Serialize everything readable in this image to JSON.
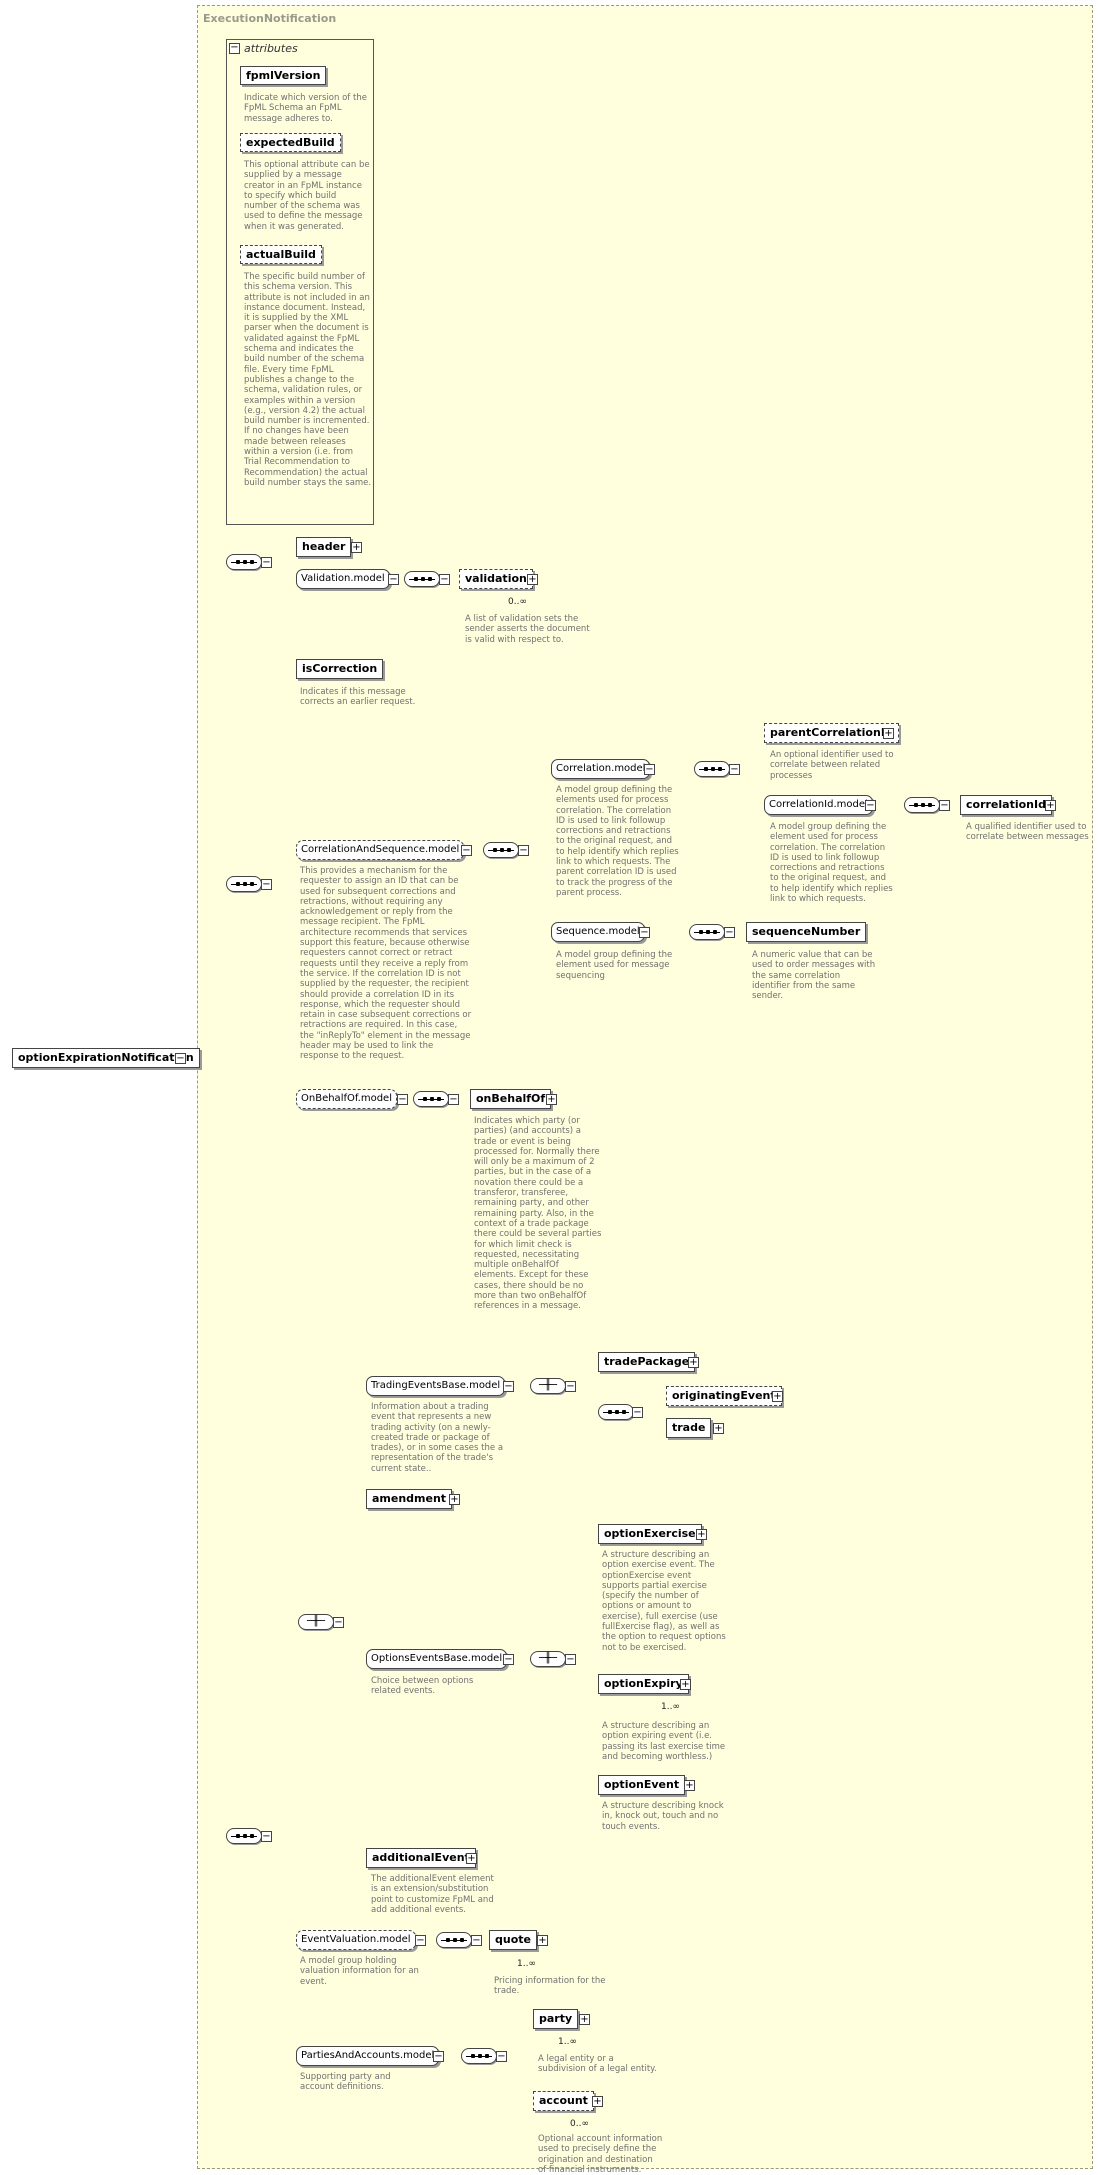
{
  "root": {
    "name": "optionExpirationNotification"
  },
  "container": {
    "name": "ExecutionNotification"
  },
  "attributes": {
    "label": "attributes",
    "items": [
      {
        "name": "fpmlVersion",
        "description": "Indicate which version of the FpML Schema an FpML message adheres to."
      },
      {
        "name": "expectedBuild",
        "description": "This optional attribute can be supplied by a message creator in an FpML instance to specify which build number of the schema was used to define the message when it was generated."
      },
      {
        "name": "actualBuild",
        "description": "The specific build number of this schema version. This attribute is not included in an instance document. Instead, it is supplied by the XML parser when the document is validated against the FpML schema and indicates the build number of the schema file. Every time FpML publishes a change to the schema, validation rules, or examples within a version (e.g., version 4.2) the actual build number is incremented. If no changes have been made between releases within a version (i.e. from Trial Recommendation to Recommendation) the actual build number stays the same."
      }
    ]
  },
  "nodes": {
    "header": "header",
    "validation_model": "Validation.model",
    "validation": {
      "name": "validation",
      "occurs": "0..∞",
      "description": "A list of validation sets the sender asserts the document is valid with respect to."
    },
    "isCorrection": {
      "name": "isCorrection",
      "description": "Indicates if this message corrects an earlier request."
    },
    "correlationAndSequence": {
      "name": "CorrelationAndSequence.model",
      "description": "This provides a mechanism for the requester to assign an ID that can be used for subsequent corrections and retractions, without requiring any acknowledgement or reply from the message recipient. The FpML architecture recommends that services support this feature, because otherwise requesters cannot correct or retract requests until they receive a reply from the service. If the correlation ID is not supplied by the requester, the recipient should provide a correlation ID in its response, which the requester should retain in case subsequent corrections or retractions are required. In this case, the \"inReplyTo\" element in the message header may be used to link the response to the request."
    },
    "correlationModel": {
      "name": "Correlation.model",
      "description": "A model group defining the elements used for process correlation. The correlation ID is used to link followup corrections and retractions to the original request, and to help identify which replies link to which requests. The parent correlation ID is used to track the progress of the parent process."
    },
    "parentCorrelationId": {
      "name": "parentCorrelationId",
      "description": "An optional identifier used to correlate between related processes"
    },
    "correlationIdModel": {
      "name": "CorrelationId.model",
      "description": "A model group defining the element used for process correlation. The correlation ID is used to link followup corrections and retractions to the original request, and to help identify which replies link to which requests."
    },
    "correlationId": {
      "name": "correlationId",
      "description": "A qualified identifier used to correlate between messages"
    },
    "sequenceModel": {
      "name": "Sequence.model",
      "description": "A model group defining the element used for message sequencing"
    },
    "sequenceNumber": {
      "name": "sequenceNumber",
      "description": "A numeric value that can be used to order messages with the same correlation identifier from the same sender."
    },
    "onBehalfOfModel": {
      "name": "OnBehalfOf.model"
    },
    "onBehalfOf": {
      "name": "onBehalfOf",
      "description": "Indicates which party (or parties) (and accounts) a trade or event is being processed for. Normally there will only be a maximum of 2 parties, but in the case of a novation there could be a transferor, transferee, remaining party, and other remaining party. Also, in the context of a trade package there could be several parties for which limit check is requested, necessitating multiple onBehalfOf elements. Except for these cases, there should be no more than two onBehalfOf references in a message."
    },
    "tradingEventsBase": {
      "name": "TradingEventsBase.model",
      "description": "Information about a trading event that represents a new trading activity (on a newly-created trade or package of trades), or in some cases the a representation of the trade's current state.."
    },
    "tradePackage": {
      "name": "tradePackage"
    },
    "originatingEvent": {
      "name": "originatingEvent"
    },
    "trade": {
      "name": "trade"
    },
    "amendment": {
      "name": "amendment"
    },
    "optionsEventsBase": {
      "name": "OptionsEventsBase.model",
      "description": "Choice between options related events."
    },
    "optionExercise": {
      "name": "optionExercise",
      "description": "A structure describing an option exercise event. The optionExercise event supports partial exercise (specify the number of options or amount to exercise), full exercise (use fullExercise flag), as well as the option to request options not to be exercised."
    },
    "optionExpiry": {
      "name": "optionExpiry",
      "occurs": "1..∞",
      "description": "A structure describing an option expiring event (i.e. passing its last exercise time and becoming worthless.)"
    },
    "optionEvent": {
      "name": "optionEvent",
      "description": "A structure describing knock in, knock out, touch and no touch events."
    },
    "additionalEvent": {
      "name": "additionalEvent",
      "description": "The additionalEvent element is an extension/substitution point to customize FpML and add additional events."
    },
    "eventValuation": {
      "name": "EventValuation.model",
      "description": "A model group holding valuation information for an event."
    },
    "quote": {
      "name": "quote",
      "occurs": "1..∞",
      "description": "Pricing information for the trade."
    },
    "partiesAndAccounts": {
      "name": "PartiesAndAccounts.model",
      "description": "Supporting party and account definitions."
    },
    "party": {
      "name": "party",
      "occurs": "1..∞",
      "description": "A legal entity or a subdivision of a legal entity."
    },
    "account": {
      "name": "account",
      "occurs": "0..∞",
      "description": "Optional account information used to precisely define the origination and destination of financial instruments."
    }
  }
}
